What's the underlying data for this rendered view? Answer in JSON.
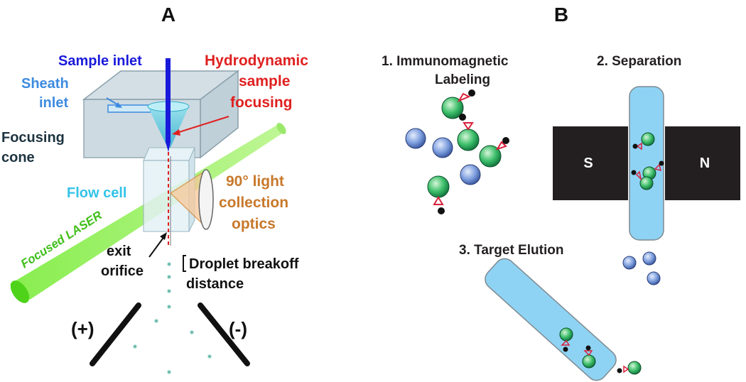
{
  "panels": {
    "a": {
      "letter": "A",
      "sample_inlet": "Sample inlet",
      "sheath_inlet": [
        "Sheath",
        "inlet"
      ],
      "hydrodynamic_focusing": [
        "Hydrodynamic",
        "sample",
        "focusing"
      ],
      "focusing_cone": [
        "Focusing",
        "cone"
      ],
      "flow_cell": "Flow cell",
      "light_collection": [
        "90° light",
        "collection",
        "optics"
      ],
      "focused_laser": "Focused LASER",
      "exit_orifice": [
        "exit",
        "orifice"
      ],
      "droplet_breakoff": [
        "Droplet breakoff",
        "distance"
      ],
      "plate_positive": "(+)",
      "plate_negative": "(-)"
    },
    "b": {
      "letter": "B",
      "step1": [
        "1. Immunomagnetic",
        "Labeling"
      ],
      "step2": "2. Separation",
      "step3": "3. Target Elution",
      "magnet_south": "S",
      "magnet_north": "N"
    }
  },
  "colors": {
    "sample_blue": "#1a1adb",
    "sheath_blue": "#3d8be0",
    "focusing_red": "#e02020",
    "flow_cell_cyan": "#33c3e8",
    "optics_orange": "#c8782a",
    "laser_green": "#5ee024",
    "column_blue": "#8fd3f4",
    "magnet_black": "#231f20",
    "cell_green": "#1fa25a",
    "bead_blue": "#5b7fc7",
    "antibody_red": "#d8203a"
  }
}
